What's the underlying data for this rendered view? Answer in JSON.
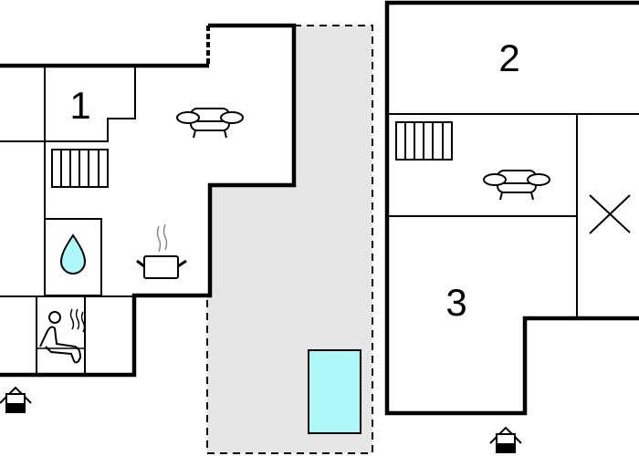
{
  "floorplan": {
    "rooms": [
      {
        "number": "1",
        "type": "bedroom"
      },
      {
        "number": "2",
        "type": "bedroom"
      },
      {
        "number": "3",
        "type": "bedroom"
      }
    ],
    "icons": [
      "sofa-icon",
      "stairs-icon",
      "water-drop-icon",
      "cooking-pot-icon",
      "sauna-icon",
      "entrance-icon",
      "pool-icon",
      "void-x-icon"
    ],
    "colors": {
      "terrace": "#e6e6e6",
      "pool": "#aef8fa",
      "water": "#aef8fa",
      "walls": "#000000"
    }
  }
}
